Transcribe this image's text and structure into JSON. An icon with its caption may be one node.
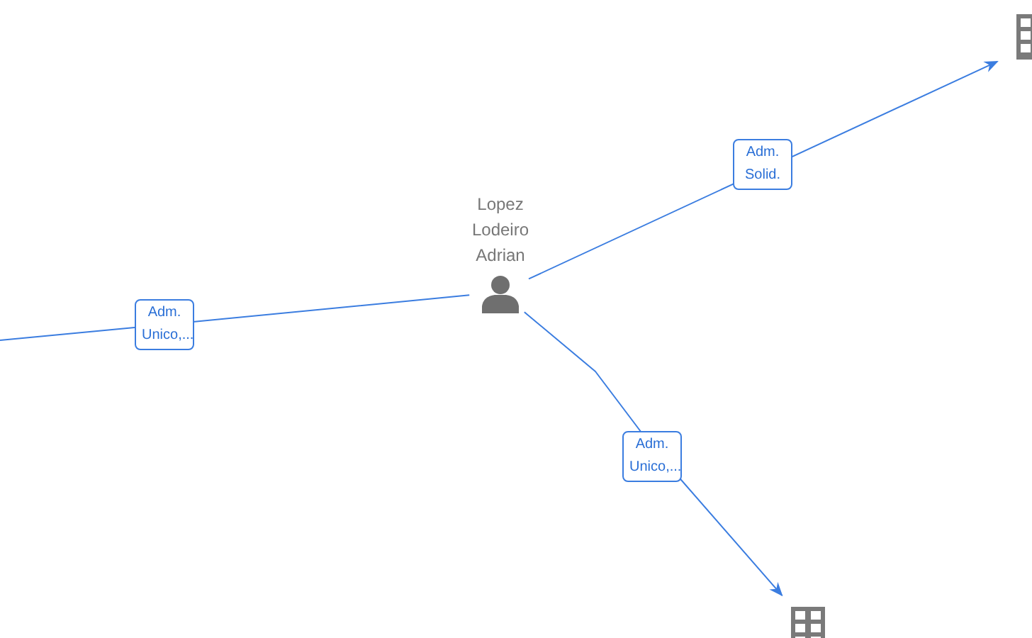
{
  "diagram": {
    "nodes": [
      {
        "text": [
          "Lopez Lodeiro Adrian"
        ]
      },
      {
        "text": [],
        "shape": "building"
      },
      {
        "text": [],
        "shape": "building"
      }
    ],
    "edges": [
      {
        "from": 0,
        "to": 1,
        "arrow": "to",
        "label": "Adm. Solid."
      },
      {
        "from": 0,
        "to": 2,
        "arrow": "to",
        "label": "Adm. Unico,..."
      },
      {
        "from": 0,
        "to": null,
        "arrow": "none",
        "label": "Adm. Unico,..."
      }
    ]
  }
}
